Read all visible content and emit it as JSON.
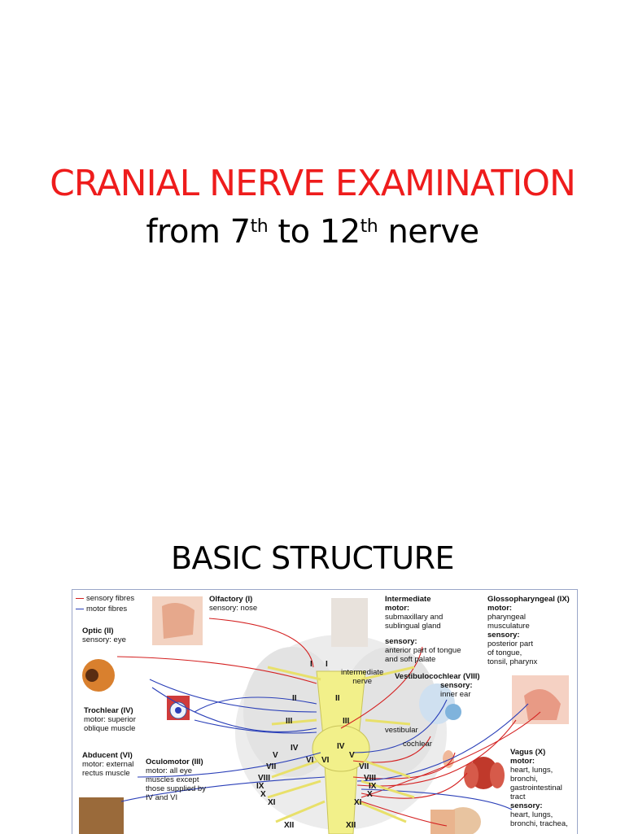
{
  "slide1": {
    "title": "CRANIAL NERVE EXAMINATION",
    "subtitle": {
      "prefix": "from 7",
      "sup1": "th",
      "middle": " to 12",
      "sup2": "th",
      "suffix": " nerve"
    }
  },
  "slide2": {
    "title": "BASIC STRUCTURE",
    "diagram": {
      "legend": {
        "sensory": "sensory fibres",
        "motor": "motor fibres",
        "sensory_color": "#d42020",
        "motor_color": "#2a3fb8"
      },
      "labels": {
        "olfactory_name": "Olfactory (I)",
        "olfactory_detail": "sensory: nose",
        "optic_name": "Optic (II)",
        "optic_detail": "sensory: eye",
        "trochlear_name": "Trochlear (IV)",
        "trochlear_detail1": "motor: superior",
        "trochlear_detail2": "oblique muscle",
        "abducent_name": "Abducent (VI)",
        "abducent_detail1": "motor: external",
        "abducent_detail2": "rectus muscle",
        "oculomotor_name": "Oculomotor (III)",
        "oculomotor_detail1": "motor: all eye",
        "oculomotor_detail2": "muscles except",
        "oculomotor_detail3": "those supplied by",
        "oculomotor_detail4": "IV and VI",
        "intermediate_name": "Intermediate",
        "intermediate_motor": "motor:",
        "intermediate_motor1": "submaxillary and",
        "intermediate_motor2": "sublingual gland",
        "intermediate_sensory": "sensory:",
        "intermediate_sensory1": "anterior part of tongue",
        "intermediate_sensory2": "and soft palate",
        "intermediate_nerve1": "intermediate",
        "intermediate_nerve2": "nerve",
        "vestibulo_name": "Vestibulocochlear (VIII)",
        "vestibulo_sensory": "sensory:",
        "vestibulo_detail": "inner ear",
        "vestibular": "vestibular",
        "cochlear": "cochlear",
        "glosso_name": "Glossopharyngeal (IX)",
        "glosso_motor": "motor:",
        "glosso_motor1": "pharyngeal",
        "glosso_motor2": "musculature",
        "glosso_sensory": "sensory:",
        "glosso_sensory1": "posterior part",
        "glosso_sensory2": "of tongue,",
        "glosso_sensory3": "tonsil, pharynx",
        "vagus_name": "Vagus (X)",
        "vagus_motor": "motor:",
        "vagus_motor1": "heart, lungs,",
        "vagus_motor2": "bronchi,",
        "vagus_motor3": "gastrointestinal",
        "vagus_motor4": "tract",
        "vagus_sensory": "sensory:",
        "vagus_sensory1": "heart, lungs,",
        "vagus_sensory2": "bronchi, trachea,"
      },
      "roman": [
        "I",
        "I",
        "II",
        "II",
        "III",
        "III",
        "IV",
        "IV",
        "V",
        "V",
        "VI",
        "VI",
        "VII",
        "VII",
        "VIII",
        "VIII",
        "IX",
        "IX",
        "X",
        "X",
        "XI",
        "XI",
        "XII",
        "XII"
      ]
    }
  }
}
